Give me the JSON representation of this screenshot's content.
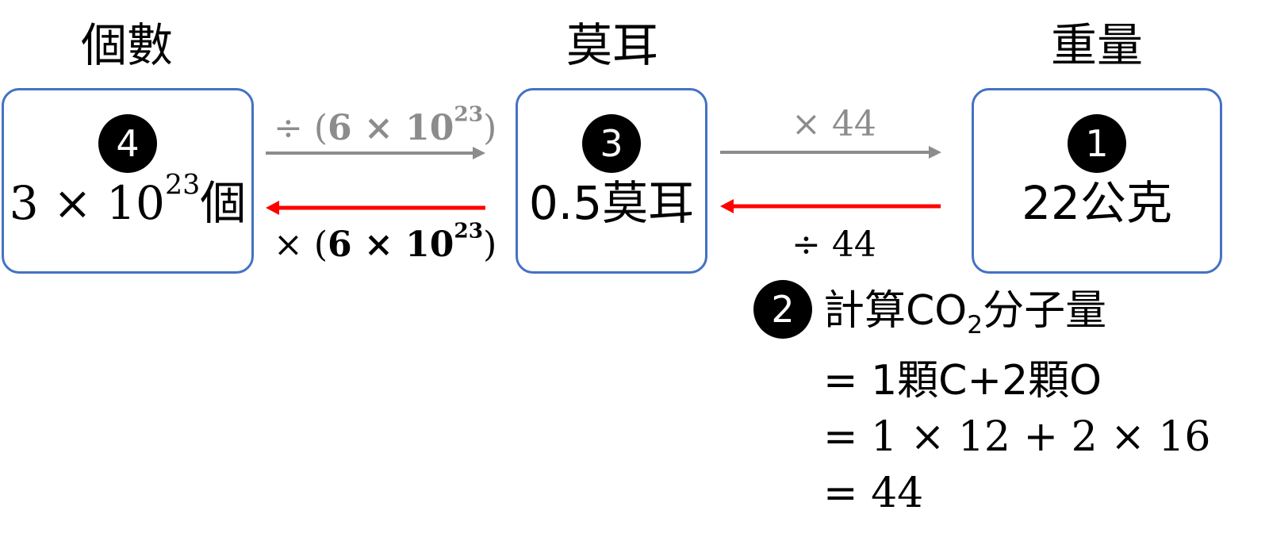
{
  "headers": {
    "count": "個數",
    "mole": "莫耳",
    "weight": "重量"
  },
  "boxes": {
    "count": {
      "step": "4",
      "coef": "3 × 10",
      "exp": "23",
      "unit": "個"
    },
    "mole": {
      "step": "3",
      "value": "0.5莫耳"
    },
    "weight": {
      "step": "1",
      "value": "22公克"
    }
  },
  "arrows": {
    "count_to_mole": {
      "op": "÷ (",
      "num": "6 × 10",
      "exp": "23",
      "close": ")"
    },
    "mole_to_count": {
      "op": "× (",
      "num": "6 × 10",
      "exp": "23",
      "close": ")"
    },
    "mole_to_weight": {
      "label": "× 44"
    },
    "weight_to_mole": {
      "label": "÷ 44"
    }
  },
  "calculation": {
    "step": "2",
    "title_pre": "計算CO",
    "title_sub": "2",
    "title_post": "分子量",
    "lines": [
      "= 1顆C+2顆O",
      "= 1 × 12 + 2 × 16",
      "= 44"
    ]
  },
  "colors": {
    "box_border": "#4472c4",
    "forward_arrow": "#8c8c8c",
    "reverse_arrow": "#ff0000"
  }
}
